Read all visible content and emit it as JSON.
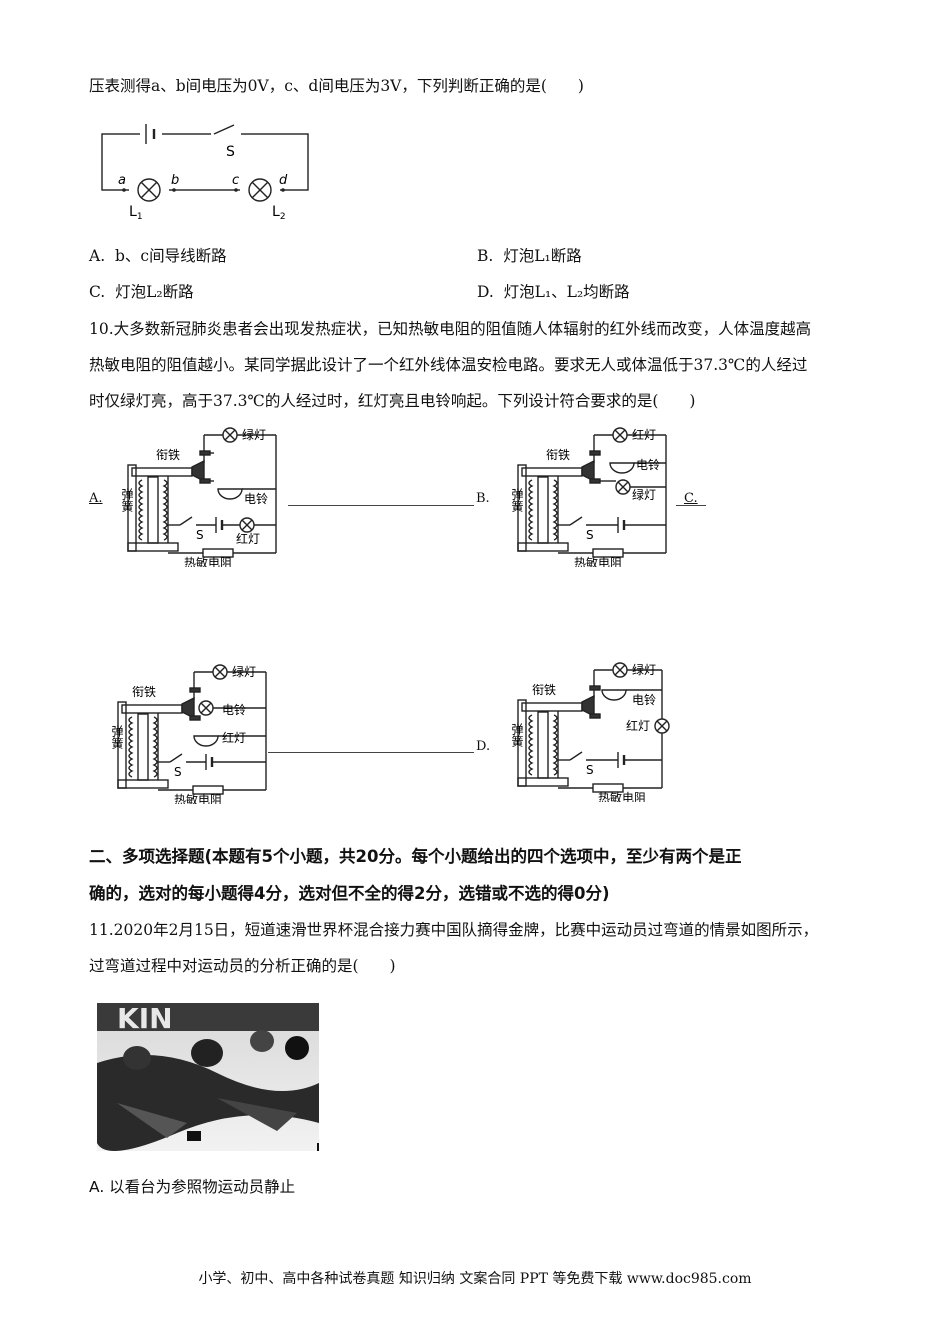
{
  "q9": {
    "stem": "压表测得a、b间电压为0V，c、d间电压为3V，下列判断正确的是(　　)",
    "circuit": {
      "s": "S",
      "a": "a",
      "b": "b",
      "c": "c",
      "d": "d",
      "l1": "L",
      "l1_sub": "1",
      "l2": "L",
      "l2_sub": "2"
    },
    "options": [
      {
        "label": "A.",
        "text": "b、c间导线断路"
      },
      {
        "label": "B.",
        "text": "灯泡L₁断路"
      },
      {
        "label": "C.",
        "text": "灯泡L₂断路"
      },
      {
        "label": "D.",
        "text": "灯泡L₁、L₂均断路"
      }
    ]
  },
  "q10": {
    "line1": "10.大多数新冠肺炎患者会出现发热症状，已知热敏电阻的阻值随人体辐射的红外线而改变，人体温度越高",
    "line2": "热敏电阻的阻值越小。某同学据此设计了一个红外线体温安检电路。要求无人或体温低于37.3℃的人经过",
    "line3": "时仅绿灯亮，高于37.3℃的人经过时，红灯亮且电铃响起。下列设计符合要求的是(　　)",
    "opt_labels": {
      "a": "A.",
      "b": "B.",
      "c": "C.",
      "d": "D."
    },
    "labels": {
      "armature": "衔铁",
      "spring": "弹簧",
      "green": "绿灯",
      "red": "红灯",
      "bell": "电铃",
      "thermistor": "热敏电阻",
      "switch": "S"
    }
  },
  "section2": {
    "line1": "二、多项选择题(本题有5个小题，共20分。每个小题给出的四个选项中，至少有两个是正",
    "line2": "确的，选对的每小题得4分，选对但不全的得2分，选错或不选的得0分)"
  },
  "q11": {
    "line1": "11.2020年2月15日，短道速滑世界杯混合接力赛中国队摘得金牌，比赛中运动员过弯道的情景如图所示，",
    "line2": "过弯道过程中对运动员的分析正确的是(　　)",
    "optA": "A. 以看台为参照物运动员静止"
  },
  "footer": "小学、初中、高中各种试卷真题 知识归纳 文案合同 PPT 等免费下载 www.doc985.com"
}
